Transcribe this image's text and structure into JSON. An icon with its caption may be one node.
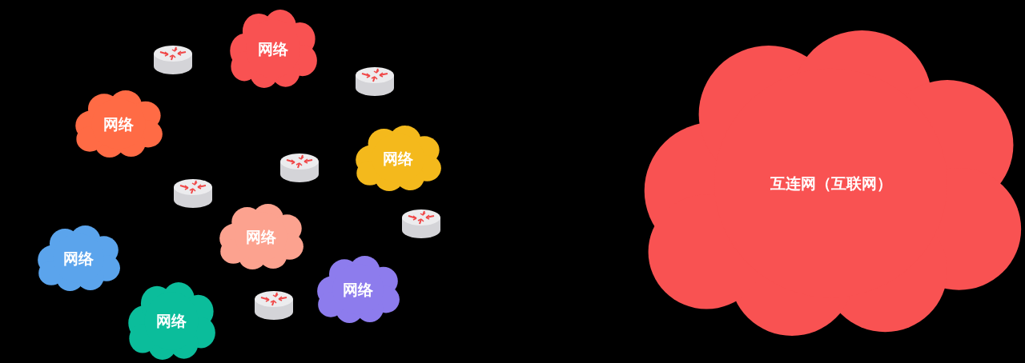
{
  "diagram": {
    "nodes": [
      {
        "text": [],
        "shape": "cylinder"
      },
      {
        "text": [
          "网络"
        ]
      },
      {
        "text": [],
        "shape": "cylinder"
      },
      {
        "text": [
          "网络"
        ]
      },
      {
        "text": [
          "网络"
        ]
      },
      {
        "text": [],
        "shape": "cylinder"
      },
      {
        "text": [],
        "shape": "cylinder"
      },
      {
        "text": [],
        "shape": "cylinder"
      },
      {
        "text": [
          "网络"
        ]
      },
      {
        "text": [
          "网络"
        ]
      },
      {
        "text": [
          "网络"
        ]
      },
      {
        "text": [],
        "shape": "cylinder"
      },
      {
        "text": [
          "网络"
        ]
      },
      {
        "text": [
          "互连网（互联网）"
        ]
      }
    ]
  }
}
